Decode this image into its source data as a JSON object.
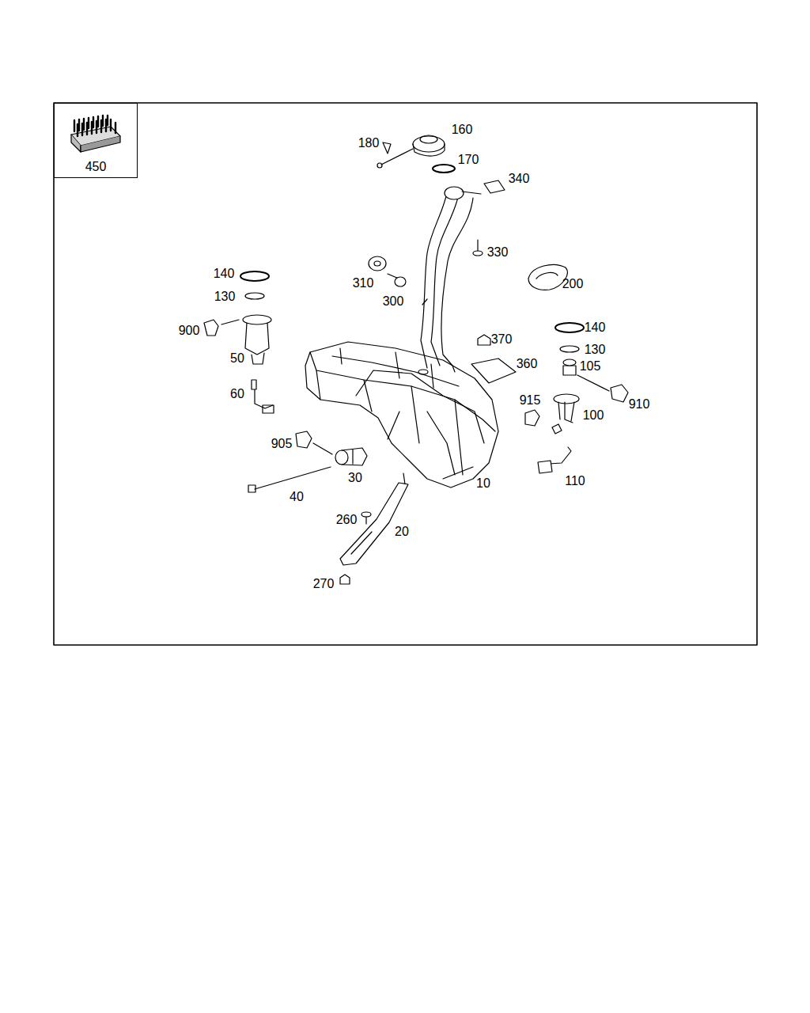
{
  "diagram": {
    "nodes": [
      {
        "text": [
          "450"
        ]
      }
    ],
    "labels": [
      "180",
      "160",
      "170",
      "340",
      "330",
      "310",
      "300",
      "200",
      "140",
      "130",
      "900",
      "50",
      "60",
      "370",
      "360",
      "140",
      "130",
      "105",
      "910",
      "915",
      "100",
      "905",
      "30",
      "40",
      "10",
      "110",
      "260",
      "20",
      "270"
    ]
  }
}
